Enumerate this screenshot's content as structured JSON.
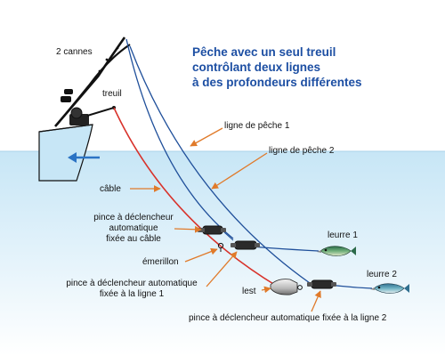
{
  "title": {
    "line1": "Pêche avec un seul treuil",
    "line2": "contrôlant deux lignes",
    "line3": "à des profondeurs différentes"
  },
  "labels": {
    "cannes": "2 cannes",
    "treuil": "treuil",
    "ligne1": "ligne de pêche 1",
    "ligne2": "ligne de pêche 2",
    "cable": "câble",
    "pince_cable_1": "pince à déclencheur",
    "pince_cable_2": "automatique",
    "pince_cable_3": "fixée au câble",
    "emerillon": "émerillon",
    "pince_ligne1_1": "pince à déclencheur automatique",
    "pince_ligne1_2": "fixée à la ligne 1",
    "lest": "lest",
    "pince_ligne2": "pince à déclencheur automatique fixée à la ligne 2",
    "leurre1": "leurre 1",
    "leurre2": "leurre 2"
  },
  "colors": {
    "water_top": "#c7e6f6",
    "water_bottom": "#ffffff",
    "fishing_line": "#1f4f9a",
    "cable": "#d8322b",
    "leader_arrow": "#e07a2a",
    "boat_hull": "#c7e6f6",
    "direction_arrow": "#2b73c4",
    "title": "#1d4fa3"
  },
  "icons": {
    "boat": "boat-hull-icon",
    "reel": "reel-icon",
    "rods": "fishing-rods-icon",
    "direction": "arrow-left-icon",
    "weight": "weight-icon",
    "lure": "fish-lure-icon",
    "clip": "release-clip-icon",
    "swivel": "swivel-icon"
  }
}
